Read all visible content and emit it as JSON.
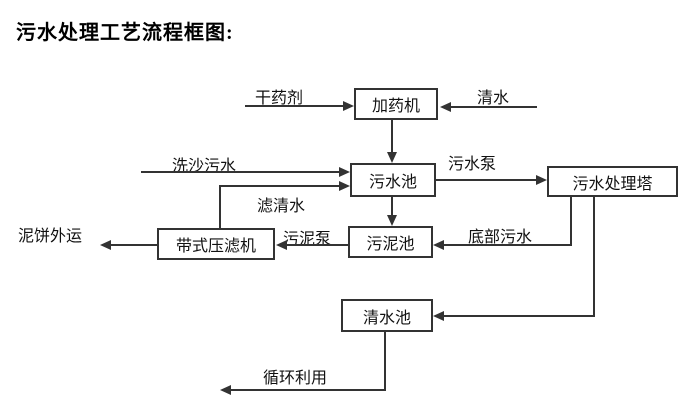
{
  "title": "污水处理工艺流程框图:",
  "nodes": {
    "dosing_machine": "加药机",
    "sewage_pool": "污水池",
    "treatment_tower": "污水处理塔",
    "sludge_pool": "污泥池",
    "belt_filter_press": "带式压滤机",
    "clean_water_pool": "清水池"
  },
  "labels": {
    "dry_agent": "干药剂",
    "clean_water": "清水",
    "sand_washing_sewage": "洗沙污水",
    "filtered_water": "滤清水",
    "sewage_pump": "污水泵",
    "bottom_sewage": "底部污水",
    "sludge_pump": "污泥泵",
    "mud_cake_out": "泥饼外运",
    "recycle_use": "循环利用"
  },
  "colors": {
    "line": "#333333",
    "text": "#111111",
    "background": "#ffffff"
  }
}
